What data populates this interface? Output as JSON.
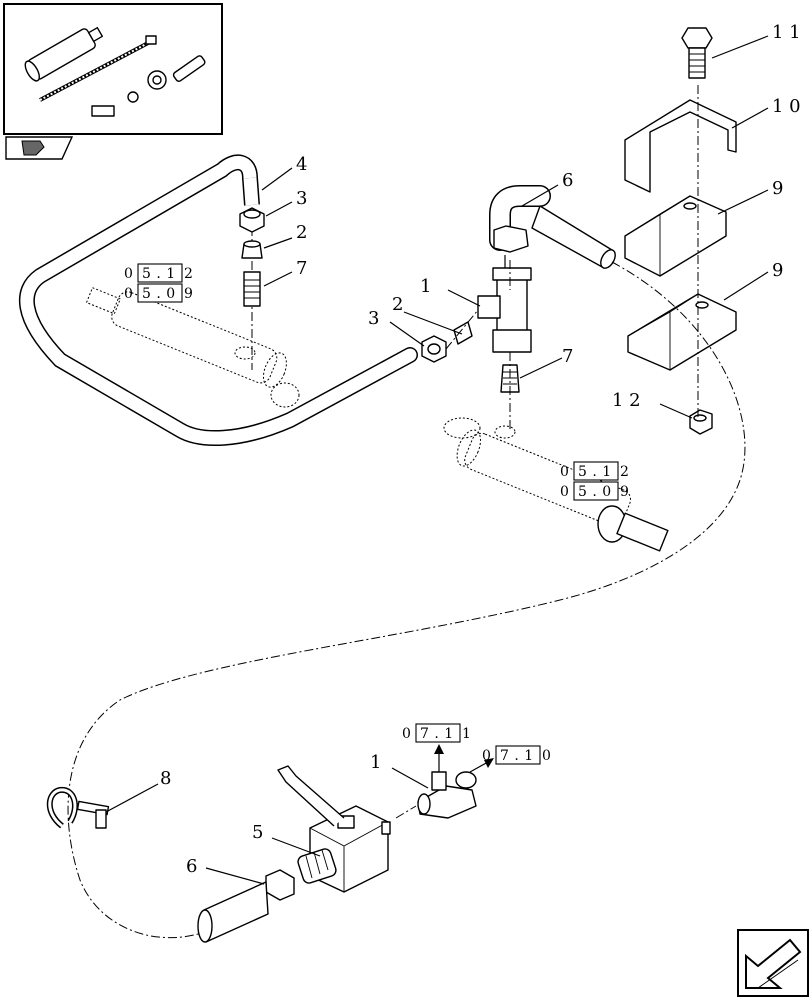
{
  "callouts": {
    "c4": "4",
    "c3_top": "3",
    "c2_top": "2",
    "c7_top": "7",
    "c1_mid": "1",
    "c2_mid": "2",
    "c3_mid": "3",
    "c6_top": "6",
    "c7_mid": "7",
    "c11": "1 1",
    "c10": "1 0",
    "c9_top": "9",
    "c9_low": "9",
    "c12": "1 2",
    "c8": "8",
    "c1_low": "1",
    "c5": "5",
    "c6_low": "6"
  },
  "references": {
    "left_a_box": "5 . 1",
    "left_a_tail": "2",
    "left_a_lead": "0",
    "left_b_box": "5 . 0",
    "left_b_tail": "9",
    "left_b_lead": "0",
    "right_a_box": "5 . 1",
    "right_a_tail": "2",
    "right_a_lead": "0",
    "right_b_box": "5 . 0",
    "right_b_tail": "9",
    "right_b_lead": "0",
    "low_a_box": "7 . 1",
    "low_a_tail": "1",
    "low_a_lead": "0",
    "low_b_box": "7 . 1",
    "low_b_tail": "0",
    "low_b_lead": "0"
  },
  "icons": {
    "thumbnail": "kit-thumbnail-icon",
    "flag": "section-flag-icon",
    "navigation": "next-page-arrow-icon"
  }
}
